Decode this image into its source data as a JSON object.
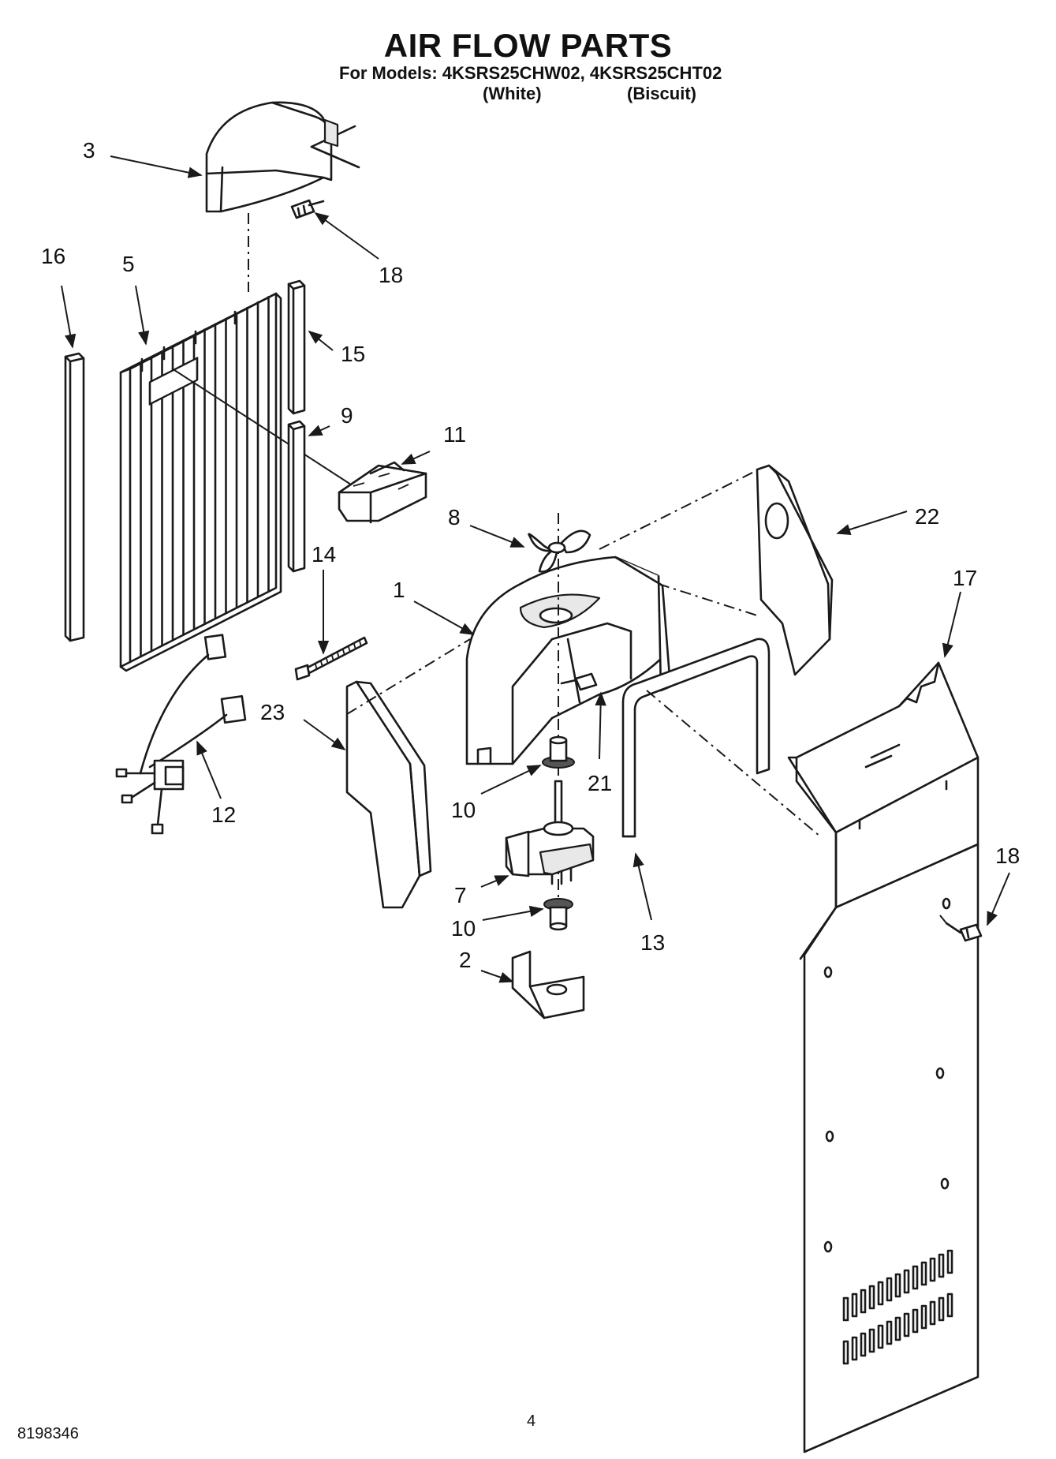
{
  "title": "AIR FLOW PARTS",
  "models_line": "For Models: 4KSRS25CHW02, 4KSRS25CHT02",
  "color_white": "(White)",
  "color_biscuit": "(Biscuit)",
  "doc_number": "8198346",
  "page_number": "4",
  "callouts": {
    "c1": "1",
    "c2": "2",
    "c3": "3",
    "c5": "5",
    "c7": "7",
    "c8": "8",
    "c9": "9",
    "c10a": "10",
    "c10b": "10",
    "c11": "11",
    "c12": "12",
    "c13": "13",
    "c14": "14",
    "c15": "15",
    "c16": "16",
    "c17": "17",
    "c18a": "18",
    "c18b": "18",
    "c21": "21",
    "c22": "22",
    "c23": "23"
  }
}
